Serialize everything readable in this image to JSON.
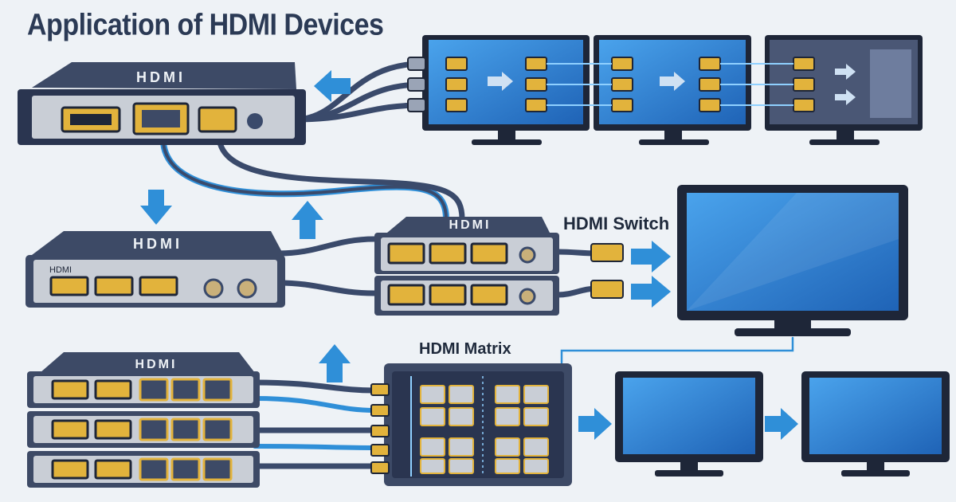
{
  "title": "Application of HDMI Devices",
  "labels": {
    "switch": "HDMI Switch",
    "matrix": "HDMI Matrix"
  },
  "brand": {
    "logo_text": "HDMI",
    "panel_label": "HDMI"
  },
  "colors": {
    "background": "#eef2f6",
    "device_body": "#3d4a66",
    "device_face": "#c9ced6",
    "port_gold": "#e2b33c",
    "cable": "#3a4a6b",
    "cable_highlight": "#2f8fd8",
    "arrow": "#2f8fd8",
    "screen": "#2e7fd1",
    "title_text": "#2b3a55"
  },
  "icons": [
    "hdmi-logo",
    "arrow-left-icon",
    "arrow-down-icon",
    "arrow-up-icon",
    "arrow-right-icon",
    "monitor-icon",
    "tv-icon",
    "hdmi-port-icon",
    "ethernet-port-icon"
  ]
}
